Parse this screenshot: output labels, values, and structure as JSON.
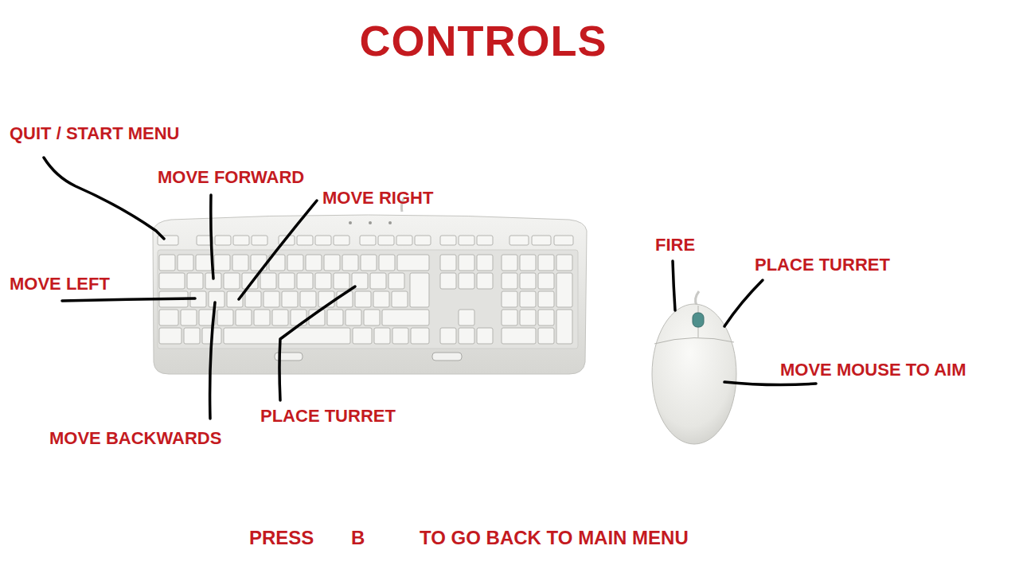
{
  "diagram": {
    "title": "CONTROLS",
    "labels": [
      "QUIT / START MENU",
      "MOVE FORWARD",
      "MOVE RIGHT",
      "FIRE",
      "PLACE TURRET",
      "MOVE LEFT",
      "MOVE MOUSE TO AIM",
      "PLACE TURRET",
      "MOVE BACKWARDS",
      "PRESS",
      "B",
      "TO GO BACK TO MAIN MENU"
    ]
  }
}
